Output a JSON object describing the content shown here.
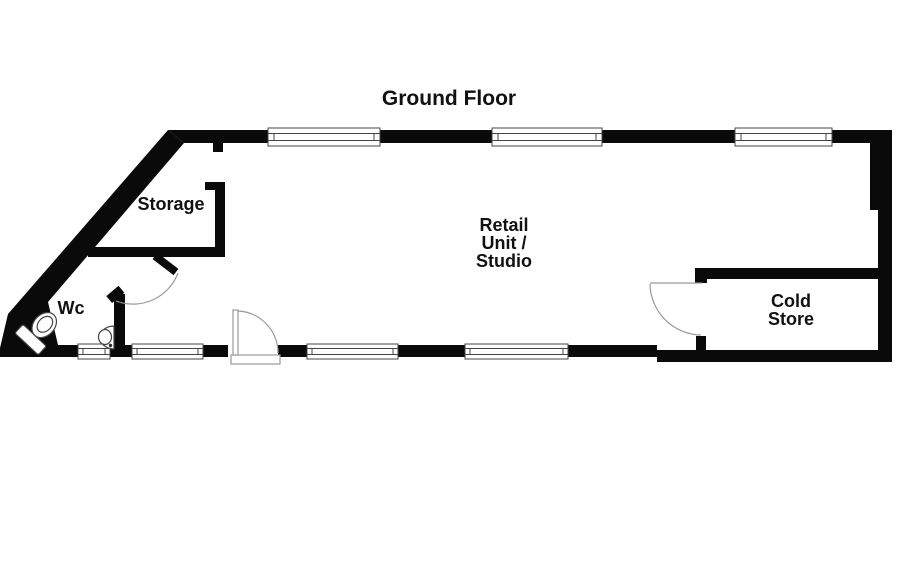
{
  "title": "Ground Floor",
  "rooms": {
    "storage": {
      "label": "Storage"
    },
    "wc": {
      "label": "Wc"
    },
    "retail_unit": {
      "lines": [
        "Retail",
        "Unit /",
        "Studio"
      ]
    },
    "cold_store": {
      "lines": [
        "Cold",
        "Store"
      ]
    }
  },
  "icons": {
    "toilet": "toilet-icon",
    "sink": "sink-icon",
    "window": "window-symbol",
    "door": "door-swing-symbol"
  },
  "colors": {
    "background": "#ffffff",
    "wall": "#0a0a0a",
    "door_arc": "#9a9a9a",
    "fixture_outline": "#444444",
    "text": "#111111"
  }
}
